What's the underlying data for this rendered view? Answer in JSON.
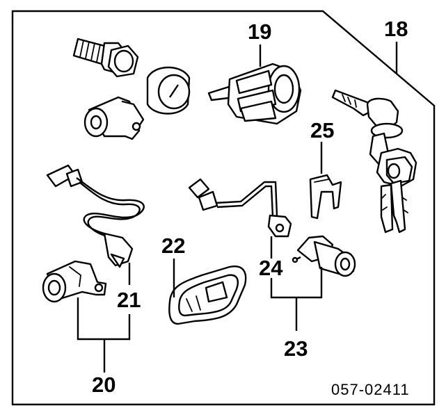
{
  "callouts": {
    "c18": "18",
    "c19": "19",
    "c20": "20",
    "c21": "21",
    "c22": "22",
    "c23": "23",
    "c24": "24",
    "c25": "25"
  },
  "diagram_code": "057-02411"
}
